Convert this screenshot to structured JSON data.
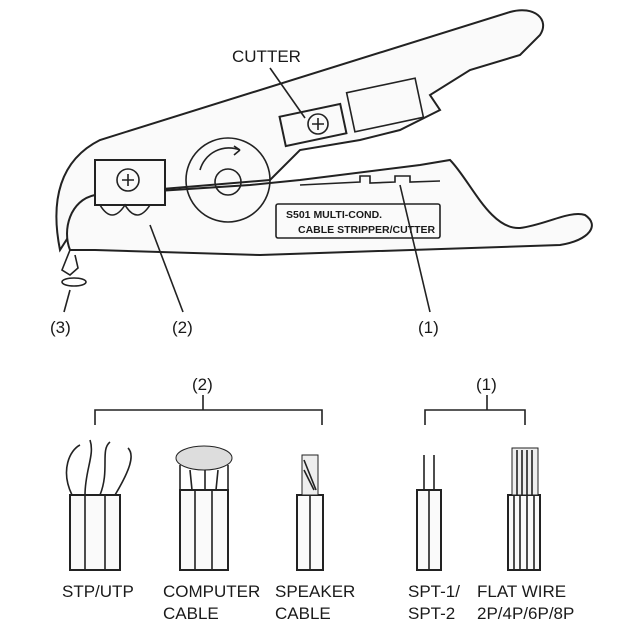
{
  "tool": {
    "cutter_label": "CUTTER",
    "plate_line1": "S501   MULTI-COND.",
    "plate_line2": "CABLE STRIPPER/CUTTER",
    "callouts": [
      "(3)",
      "(2)",
      "(1)"
    ]
  },
  "cables": {
    "group2_label": "(2)",
    "group1_label": "(1)",
    "items": [
      {
        "line1": "STP/UTP",
        "line2": ""
      },
      {
        "line1": "COMPUTER",
        "line2": "CABLE"
      },
      {
        "line1": "SPEAKER",
        "line2": "CABLE"
      },
      {
        "line1": "SPT-1/",
        "line2": "SPT-2"
      },
      {
        "line1": "FLAT WIRE",
        "line2": "2P/4P/6P/8P"
      }
    ]
  }
}
